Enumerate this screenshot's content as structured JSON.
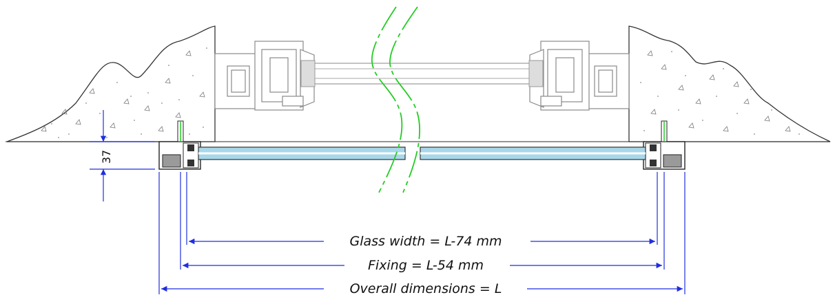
{
  "dimensions": {
    "height_mark": "37",
    "glass_width": "Glass width = L-74 mm",
    "fixing": "Fixing = L-54 mm",
    "overall": "Overall dimensions = L"
  },
  "colors": {
    "dimension_line": "#1f2ee0",
    "break_line": "#22cc22",
    "glass": "#a9d7ea",
    "profile": "#888888",
    "outline": "#222222"
  }
}
